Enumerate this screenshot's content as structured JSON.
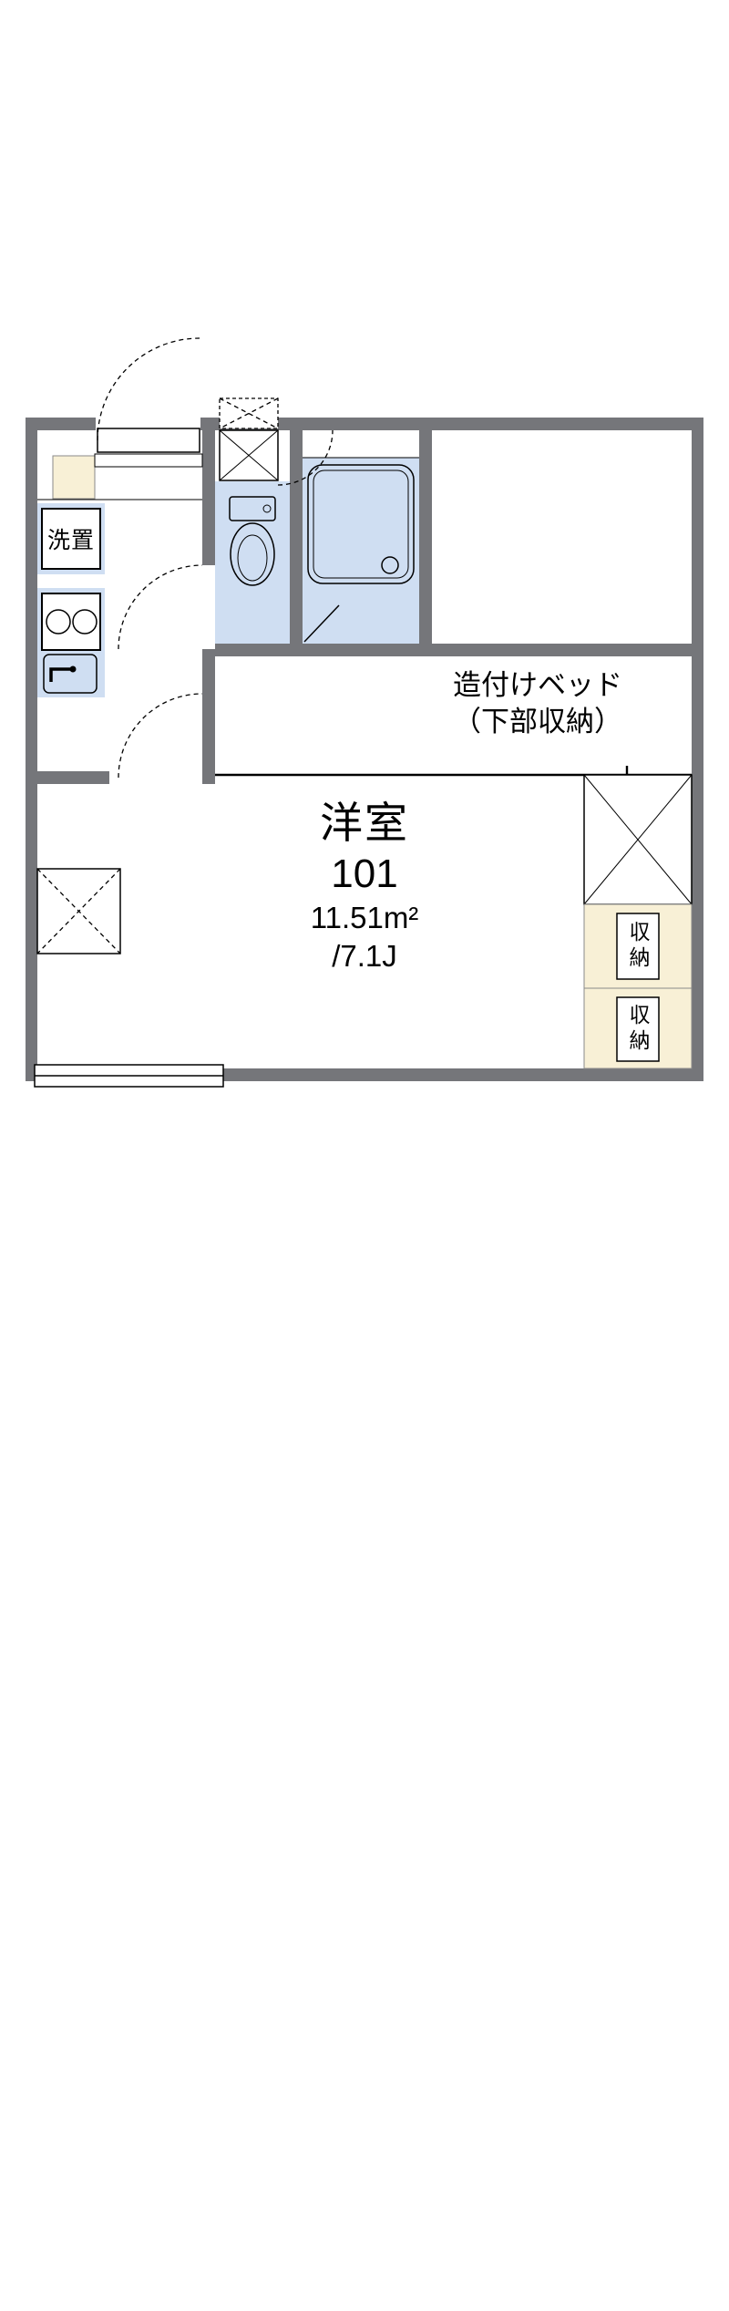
{
  "floorplan": {
    "rooms": {
      "main": {
        "name": "洋室",
        "number": "101",
        "area_m2": "11.51m²",
        "area_jo": "/7.1J"
      },
      "washer": {
        "label": "洗置"
      },
      "bed": {
        "line1": "造付けベッド",
        "line2": "（下部収納）"
      },
      "closet_top": {
        "label": "収納"
      },
      "closet_bottom": {
        "label": "収納"
      }
    },
    "colors": {
      "wall": "#75767a",
      "water_area": "#cfdef2",
      "storage_fill": "#f8f0d6",
      "line": "#000000",
      "background": "#ffffff"
    }
  }
}
